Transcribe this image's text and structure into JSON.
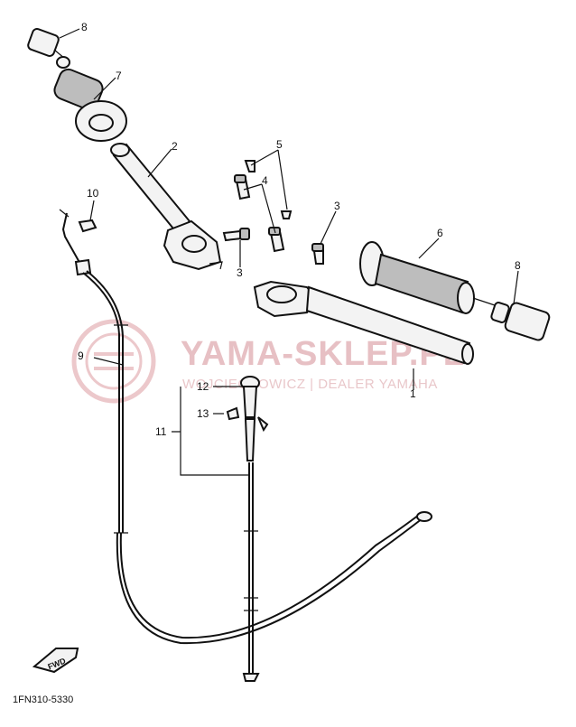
{
  "diagram": {
    "callouts": [
      "8",
      "7",
      "2",
      "5",
      "4",
      "3",
      "10",
      "3",
      "6",
      "8",
      "9",
      "1",
      "12",
      "13",
      "11"
    ],
    "part_code": "1FN310-5330",
    "direction_label": "FWD"
  },
  "watermark": {
    "brand": "YAMA-SKLEP.PL",
    "dealer": "WOJCIECHOWICZ | DEALER YAMAHA"
  },
  "colors": {
    "watermark": "#e7c0c4",
    "ink": "#111111",
    "background": "#ffffff"
  }
}
